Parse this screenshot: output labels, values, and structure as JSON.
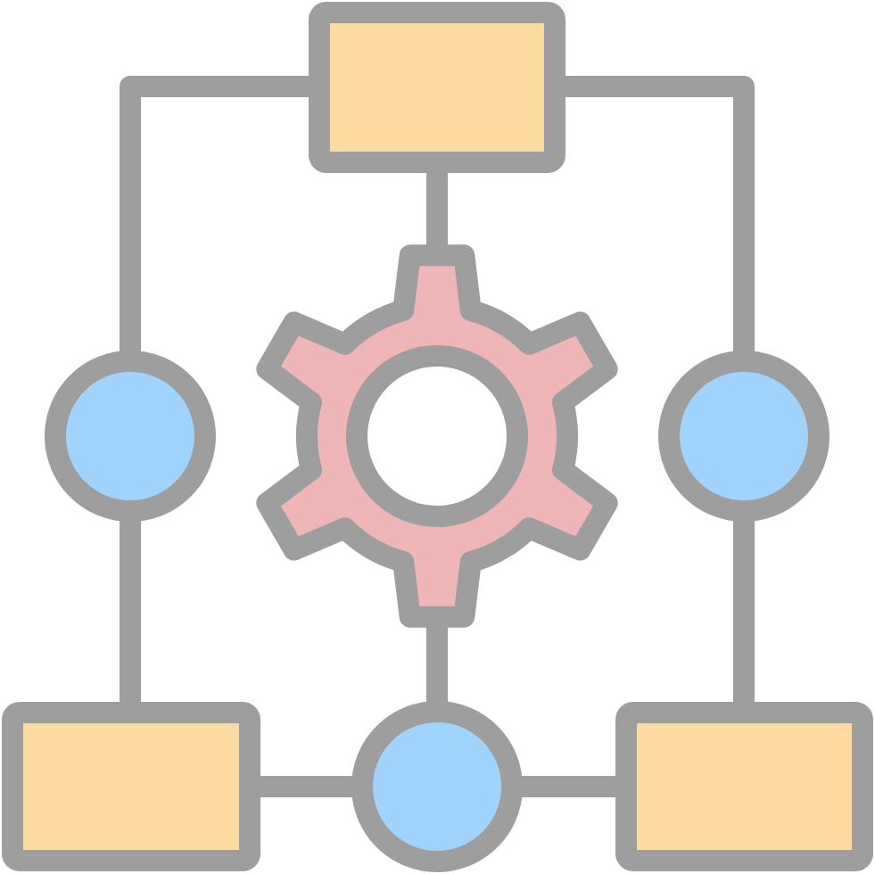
{
  "icon": {
    "name": "workflow-gear-icon",
    "colors": {
      "stroke": "#9E9E9E",
      "box_fill": "#FDDAA0",
      "node_fill": "#A0D4FC",
      "gear_fill": "#EEB6B6",
      "gear_hole": "#FFFFFF",
      "background": "#FFFFFF"
    },
    "components": {
      "boxes": [
        "box-top",
        "box-bottom-left",
        "box-bottom-right"
      ],
      "nodes": [
        "node-left",
        "node-right",
        "node-bottom"
      ],
      "gear": "gear-icon"
    }
  }
}
